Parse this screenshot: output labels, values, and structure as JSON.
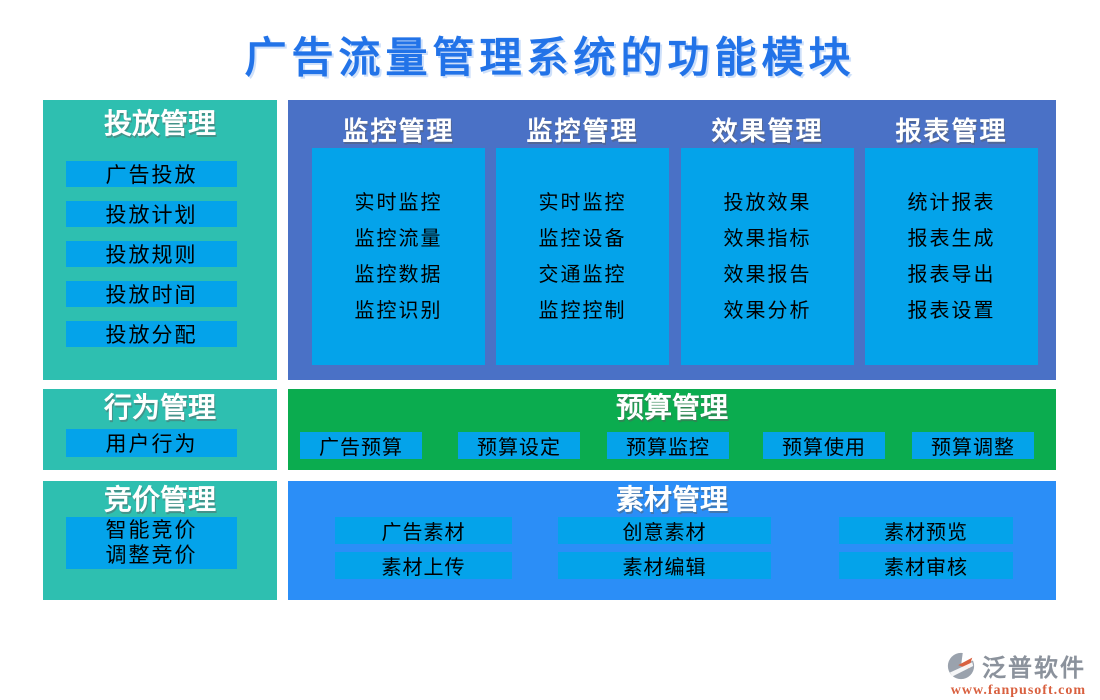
{
  "title": "广告流量管理系统的功能模块",
  "colors": {
    "title_text": "#2273E8",
    "teal_panel": "#2EBFB0",
    "royal_panel": "#4A71C6",
    "azure_button": "#04A3EA",
    "green_panel": "#0BAC4F",
    "dodger_panel": "#2B8EF7",
    "panel_title_text": "#FFFFFF",
    "button_text": "#000000",
    "brand_text": "#8B929C",
    "brand_url_text": "#D9603F"
  },
  "panels": {
    "placement": {
      "title": "投放管理",
      "items": [
        "广告投放",
        "投放计划",
        "投放规则",
        "投放时间",
        "投放分配"
      ]
    },
    "monitoring": {
      "columns": [
        {
          "title": "监控管理",
          "items": [
            "实时监控",
            "监控流量",
            "监控数据",
            "监控识别"
          ]
        },
        {
          "title": "监控管理",
          "items": [
            "实时监控",
            "监控设备",
            "交通监控",
            "监控控制"
          ]
        },
        {
          "title": "效果管理",
          "items": [
            "投放效果",
            "效果指标",
            "效果报告",
            "效果分析"
          ]
        },
        {
          "title": "报表管理",
          "items": [
            "统计报表",
            "报表生成",
            "报表导出",
            "报表设置"
          ]
        }
      ]
    },
    "behavior": {
      "title": "行为管理",
      "items": [
        "用户行为"
      ]
    },
    "budget": {
      "title": "预算管理",
      "items": [
        "广告预算",
        "预算设定",
        "预算监控",
        "预算使用",
        "预算调整"
      ]
    },
    "bidding": {
      "title": "竞价管理",
      "items": [
        "智能竞价",
        "调整竞价"
      ]
    },
    "material": {
      "title": "素材管理",
      "rows": [
        [
          "广告素材",
          "创意素材",
          "素材预览"
        ],
        [
          "素材上传",
          "素材编辑",
          "素材审核"
        ]
      ]
    }
  },
  "footer": {
    "brand": "泛普软件",
    "url": "www.fanpusoft.com",
    "logo_icon": "fanpu-swirl-icon"
  }
}
